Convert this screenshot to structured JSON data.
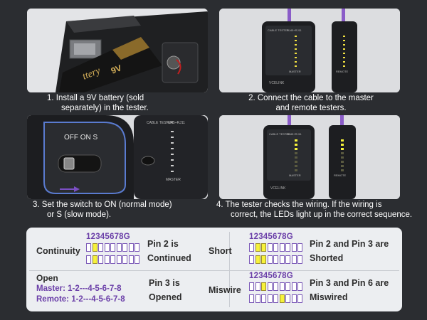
{
  "steps": [
    {
      "lines": [
        "1. Install a 9V battery (sold",
        "separately) in the tester."
      ]
    },
    {
      "lines": [
        "2. Connect the cable to the master",
        "and remote testers."
      ]
    },
    {
      "lines": [
        "3. Set the switch to ON (normal mode)",
        "or S (slow mode)."
      ]
    },
    {
      "lines": [
        "4. The tester checks the wiring. If the wiring is",
        "correct, the LEDs light up in the correct sequence."
      ]
    }
  ],
  "legend": {
    "digits": "12345678G",
    "continuity": {
      "name": "Continuity",
      "desc": [
        "Pin 2 is",
        "Continued"
      ],
      "row1_on": [
        2
      ],
      "row2_on": [
        2
      ]
    },
    "short": {
      "name": "Short",
      "desc": [
        "Pin 2 and Pin 3 are",
        "Shorted"
      ],
      "row1_on": [
        2,
        3
      ],
      "row2_on": [
        2,
        3
      ]
    },
    "open": {
      "name": "Open",
      "master": "Master: 1-2---4-5-6-7-8",
      "remote": "Remote: 1-2---4-5-6-7-8",
      "desc": [
        "Pin 3 is",
        "Opened"
      ]
    },
    "miswire": {
      "name": "Miswire",
      "desc": [
        "Pin 3 and Pin 6 are",
        "Miswired"
      ],
      "row1_on": [
        3
      ],
      "row2_on": [
        6
      ]
    }
  },
  "device_labels": {
    "off_on_s": "OFF ON S",
    "cable_tester": "CABLE TESTER",
    "rj45": "RJ45+RJ11",
    "master": "MASTER",
    "remote": "REMOTE",
    "battery": "9V",
    "battery_text": "ttery",
    "brand": "VCELINK"
  },
  "colors": {
    "accent": "#6a3ea8",
    "led_on": "#f6f23a",
    "cable": "#8a5cc8"
  }
}
